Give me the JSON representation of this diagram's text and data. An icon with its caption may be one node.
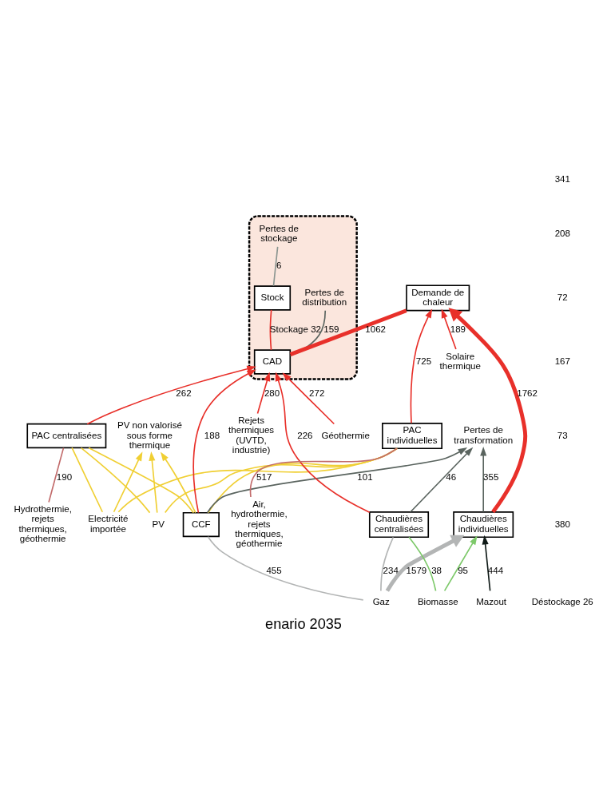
{
  "diagram": {
    "title": "enario 2035",
    "nodes": [
      {
        "text": [],
        "shape": "box"
      },
      {
        "text": [
          "Stock"
        ],
        "in": 0
      },
      {
        "text": [
          "CAD"
        ],
        "in": 0
      },
      {
        "text": [
          "Pertes de stockage"
        ],
        "in": 0
      },
      {
        "text": [
          "Pertes de distribution"
        ],
        "in": 0
      },
      {
        "text": [
          "Rejets thermiques (UVTD, industrie)"
        ]
      },
      {
        "text": [
          "Géothermie"
        ]
      },
      {
        "text": [
          "Hydrothermie, rejets thermiques, géothermie"
        ]
      },
      {
        "text": [
          "PV"
        ]
      },
      {
        "text": [
          "Electricité importée"
        ]
      },
      {
        "text": [
          "Gaz"
        ]
      },
      {
        "text": [
          "Biomasse"
        ]
      },
      {
        "text": [
          "Mazout"
        ]
      },
      {
        "text": [
          "PAC centralisées"
        ]
      },
      {
        "text": [
          "CCF"
        ]
      },
      {
        "text": [
          "Chaudières centralisées"
        ]
      },
      {
        "text": [
          "Air, hydrothermie, rejets thermiques, géothermie"
        ]
      },
      {
        "text": [
          "PAC individuelles"
        ]
      },
      {
        "text": [
          "Chaudières individuelles"
        ]
      },
      {
        "text": [
          "Demande de chaleur"
        ]
      },
      {
        "text": [
          "Solaire thermique"
        ]
      },
      {
        "text": [
          "Pertes de transformation"
        ]
      },
      {
        "text": [
          "PV non valorisé sous forme thermique"
        ]
      }
    ],
    "edges": [
      {
        "from": 5,
        "to": 2,
        "arrow": "to",
        "label": "280"
      },
      {
        "from": 6,
        "to": 2,
        "arrow": "to",
        "label": "272"
      },
      {
        "from": 7,
        "to": 13,
        "arrow": "none",
        "label": "190",
        "color": "#c26b6b"
      },
      {
        "from": 13,
        "to": 2,
        "arrow": "to",
        "label": "262"
      },
      {
        "from": 14,
        "to": 2,
        "arrow": "to",
        "label": "188"
      },
      {
        "from": 15,
        "to": 2,
        "arrow": "to",
        "label": "226"
      },
      {
        "from": 2,
        "to": 1,
        "arrow": "none",
        "label": "Stockage 32"
      },
      {
        "from": 1,
        "to": 3,
        "arrow": "none",
        "label": "6",
        "color": "#8a9590"
      },
      {
        "from": 2,
        "to": 4,
        "arrow": "none",
        "label": "159",
        "color": "#5a645f"
      },
      {
        "from": 2,
        "to": 19,
        "arrow": "none",
        "label": "1062",
        "style": "thick"
      },
      {
        "from": 10,
        "to": 14,
        "arrow": "none",
        "label": "455",
        "color": "#b3b5b5"
      },
      {
        "from": 10,
        "to": 15,
        "arrow": "none",
        "label": "234",
        "color": "#b3b5b5"
      },
      {
        "from": 10,
        "to": 18,
        "arrow": "to",
        "label": "1579",
        "style": "thick",
        "color": "#b3b5b5"
      },
      {
        "from": 11,
        "to": 15,
        "arrow": "none",
        "label": "38",
        "color": "#7dc96a"
      },
      {
        "from": 11,
        "to": 18,
        "arrow": "to",
        "label": "95",
        "color": "#7dc96a"
      },
      {
        "from": 12,
        "to": 18,
        "arrow": "to",
        "label": "444",
        "color": "#0f1a17"
      },
      {
        "from": 14,
        "to": 21,
        "arrow": "to",
        "label": "101",
        "color": "#5a645f"
      },
      {
        "from": 15,
        "to": 21,
        "arrow": "to",
        "label": "46",
        "color": "#5a645f"
      },
      {
        "from": 18,
        "to": 21,
        "arrow": "to",
        "label": "355",
        "color": "#5a645f"
      },
      {
        "from": 16,
        "to": 17,
        "arrow": "none",
        "label": "517",
        "color": "#c26b6b"
      },
      {
        "from": 17,
        "to": 19,
        "arrow": "to",
        "label": "725"
      },
      {
        "from": 18,
        "to": 19,
        "arrow": "to",
        "label": "1762",
        "style": "thick"
      },
      {
        "from": 20,
        "to": 19,
        "arrow": "to",
        "label": "189"
      },
      {
        "from": 8,
        "to": 13,
        "arrow": "none",
        "color": "#f0cf33"
      },
      {
        "from": 8,
        "to": 17,
        "arrow": "none",
        "color": "#f0cf33"
      },
      {
        "from": 8,
        "to": 22,
        "arrow": "to",
        "color": "#f0cf33"
      },
      {
        "from": 9,
        "to": 13,
        "arrow": "none",
        "color": "#f0cf33"
      },
      {
        "from": 9,
        "to": 17,
        "arrow": "none",
        "color": "#f0cf33"
      },
      {
        "from": 9,
        "to": 22,
        "arrow": "to",
        "color": "#f0cf33"
      },
      {
        "from": 14,
        "to": 13,
        "arrow": "none",
        "color": "#f0cf33"
      },
      {
        "from": 14,
        "to": 17,
        "arrow": "none",
        "color": "#f0cf33"
      },
      {
        "from": 14,
        "to": 22,
        "arrow": "to",
        "color": "#f0cf33"
      }
    ],
    "labels": [
      "Déstockage 26",
      "380",
      "73",
      "167",
      "72",
      "208",
      "341"
    ]
  }
}
